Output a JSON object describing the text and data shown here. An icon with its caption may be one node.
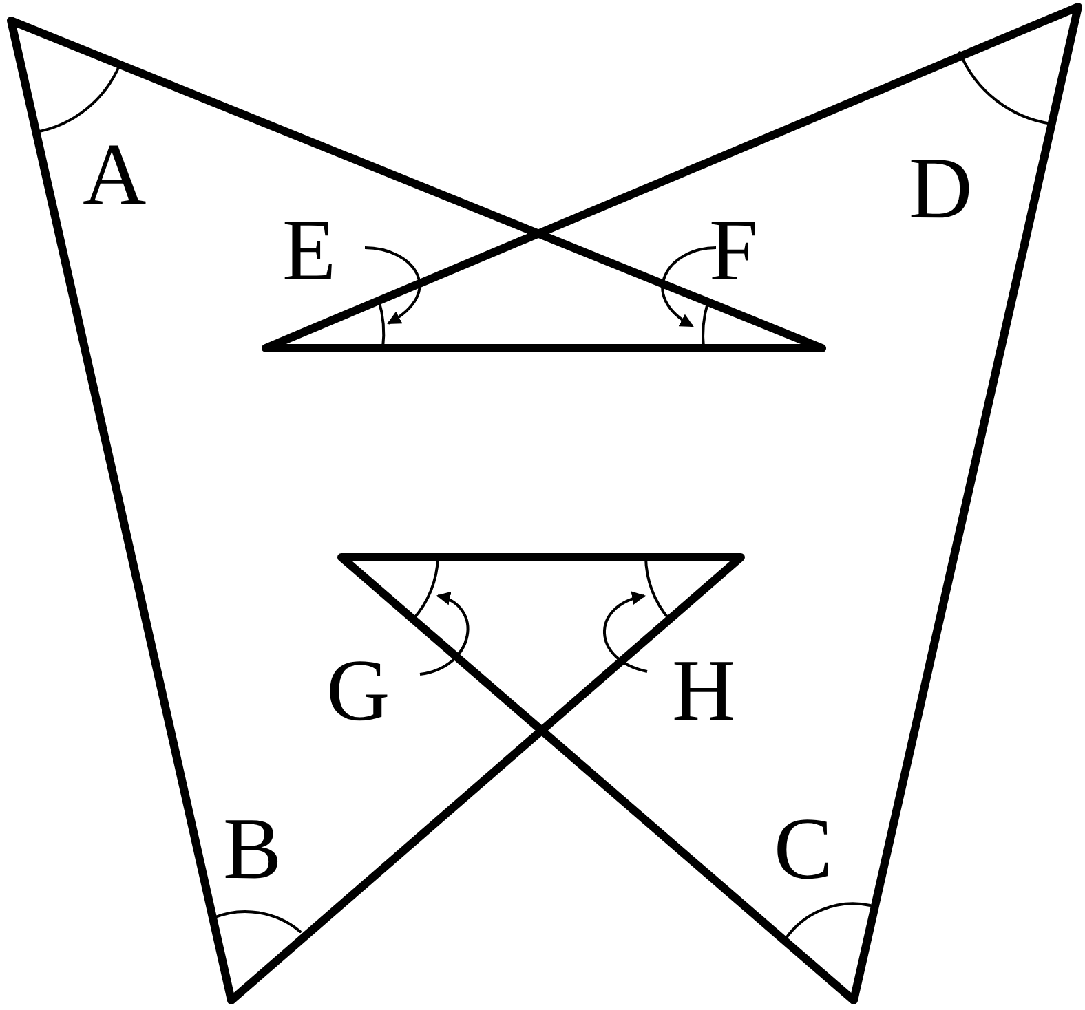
{
  "diagram": {
    "nodes": [
      {
        "text": [
          "E"
        ]
      },
      {
        "text": [
          "F"
        ]
      },
      {
        "text": [
          "G"
        ]
      },
      {
        "text": [
          "H"
        ]
      }
    ],
    "edges": [
      {
        "from": 0,
        "to": null,
        "arrow": "to"
      },
      {
        "from": 1,
        "to": null,
        "arrow": "to"
      },
      {
        "from": 2,
        "to": null,
        "arrow": "to"
      },
      {
        "from": 3,
        "to": null,
        "arrow": "to"
      }
    ],
    "labels": [
      "A",
      "D",
      "B",
      "C"
    ]
  }
}
